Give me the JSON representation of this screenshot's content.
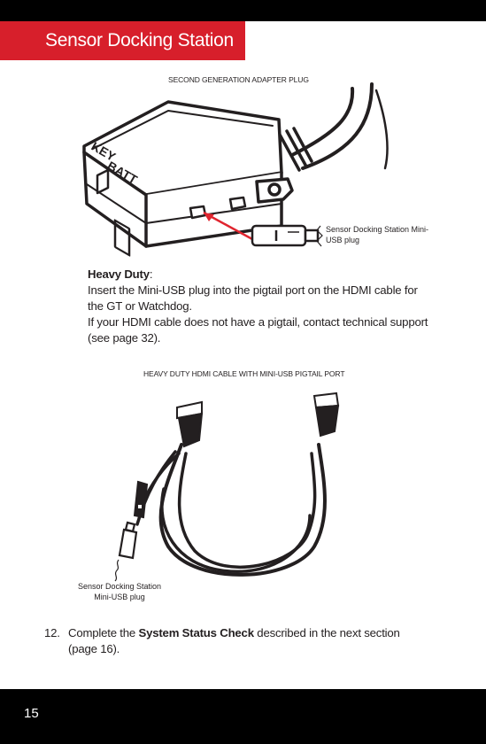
{
  "header": {
    "title": "Sensor Docking Station"
  },
  "figure1": {
    "caption": "SECOND GENERATION ADAPTER PLUG",
    "label_line1": "Sensor Docking Station Mini-",
    "label_line2": "USB plug",
    "key_text": "KEY",
    "batt_text": "BATT"
  },
  "section": {
    "heading": "Heavy Duty",
    "colon": ":",
    "line1": "Insert the Mini-USB plug into the pigtail port on the HDMI cable for",
    "line2": "the GT or Watchdog.",
    "line3": "If your HDMI cable does not have a pigtail, contact technical support",
    "line4": "(see page 32)."
  },
  "figure2": {
    "caption": "HEAVY DUTY HDMI CABLE WITH MINI-USB PIGTAIL PORT",
    "label_line1": "Sensor Docking Station",
    "label_line2": "Mini-USB plug"
  },
  "step": {
    "number": "12.",
    "text_before": "Complete the ",
    "bold": "System Status Check",
    "text_after": " described in the next section",
    "line2": "(page 16)."
  },
  "footer": {
    "page_number": "15"
  },
  "colors": {
    "accent": "#d71f2b",
    "arrow": "#e0252f",
    "ink": "#231f20"
  }
}
